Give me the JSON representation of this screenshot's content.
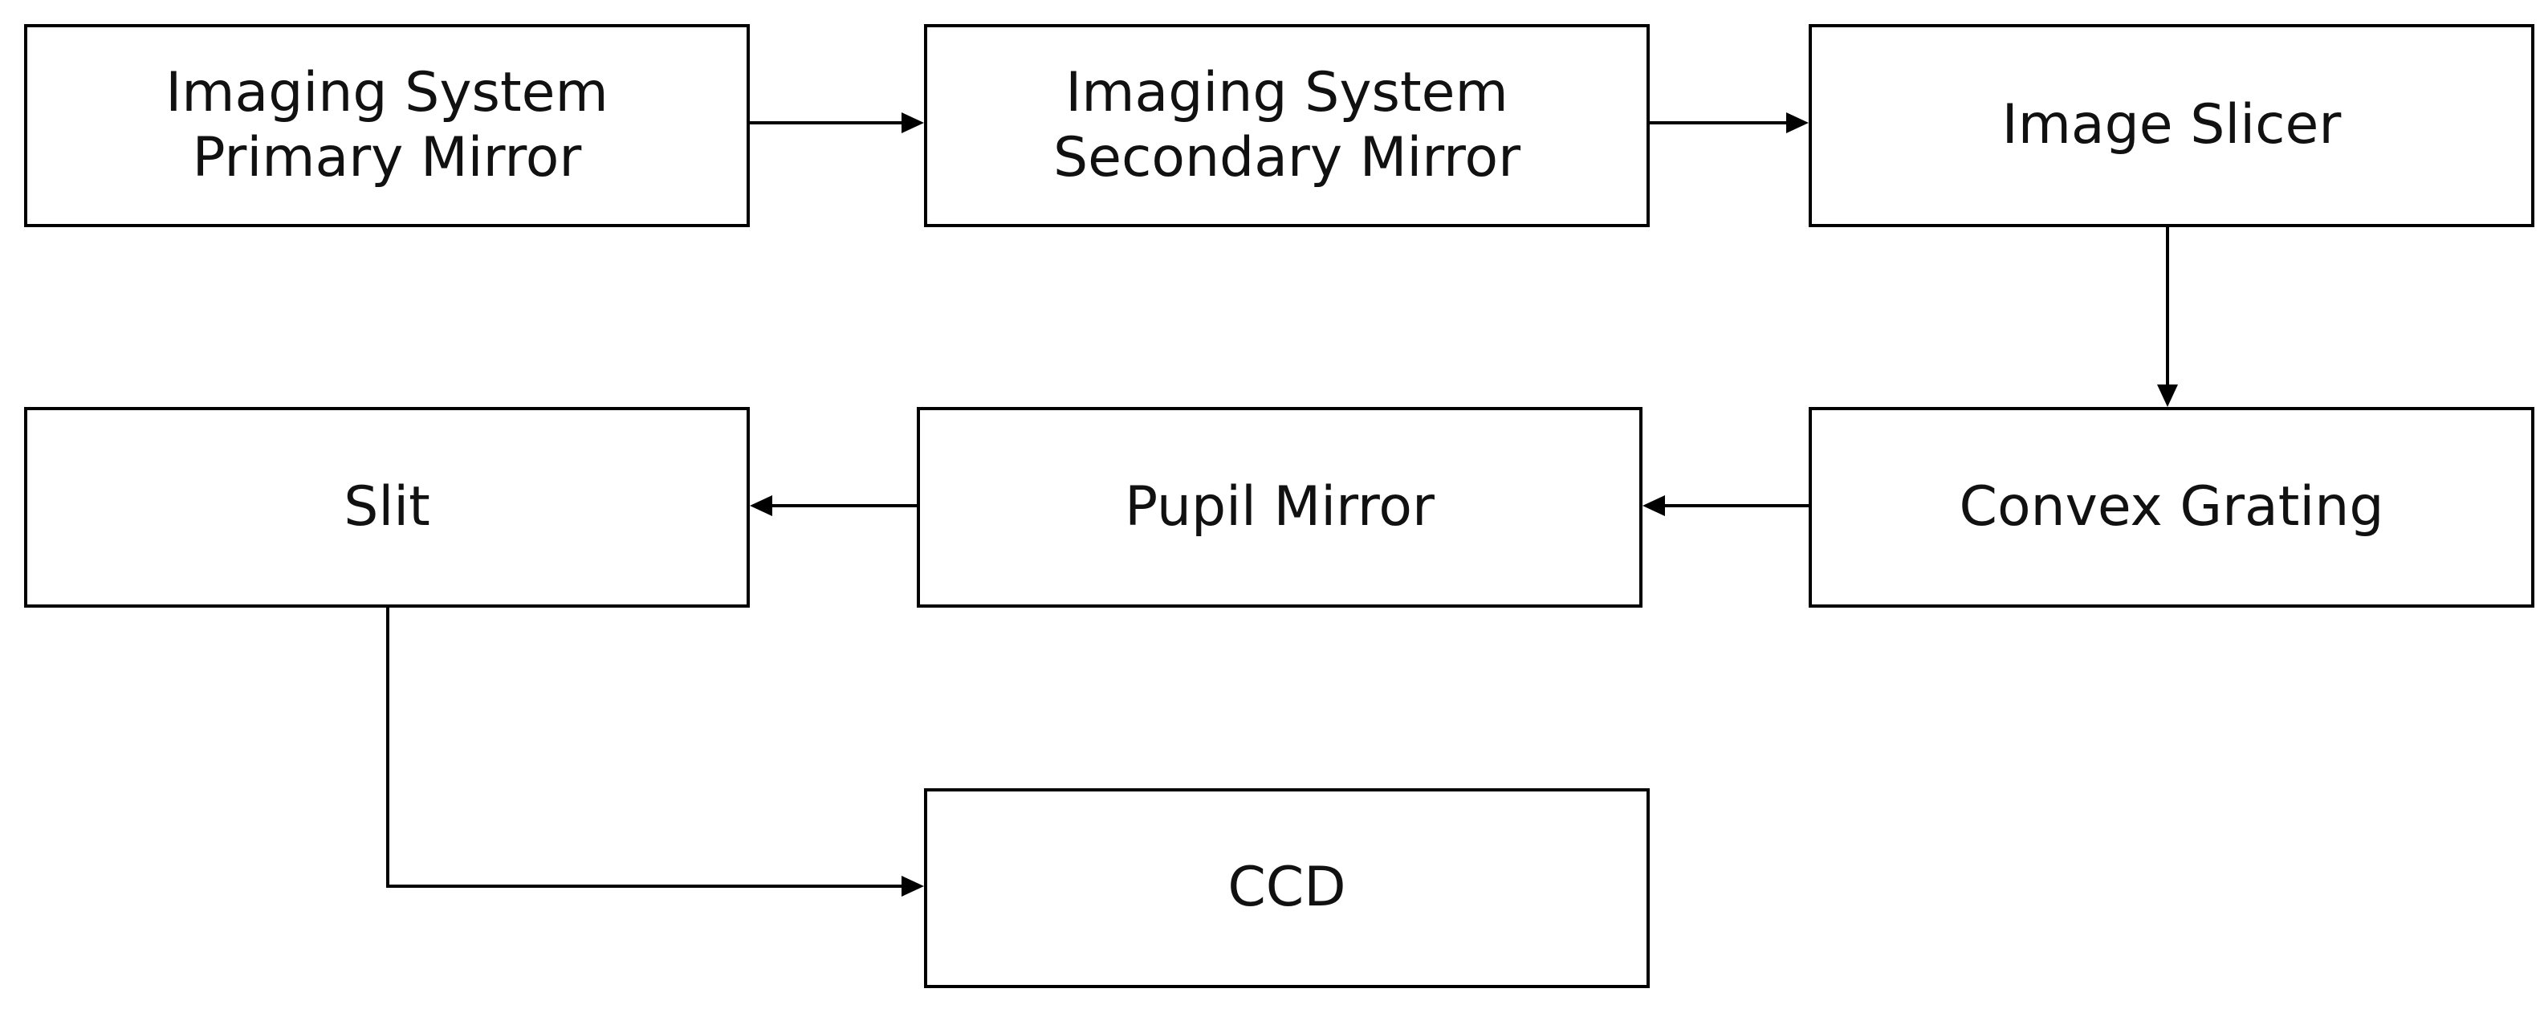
{
  "diagram": {
    "nodes": [
      {
        "id": "primary",
        "label": "Imaging System\nPrimary Mirror"
      },
      {
        "id": "secondary",
        "label": "Imaging System\nSecondary Mirror"
      },
      {
        "id": "slicer",
        "label": "Image Slicer"
      },
      {
        "id": "convex",
        "label": "Convex Grating"
      },
      {
        "id": "pupil",
        "label": "Pupil Mirror"
      },
      {
        "id": "slit",
        "label": "Slit"
      },
      {
        "id": "ccd",
        "label": "CCD"
      }
    ],
    "edges": [
      {
        "from": "primary",
        "to": "secondary"
      },
      {
        "from": "secondary",
        "to": "slicer"
      },
      {
        "from": "slicer",
        "to": "convex"
      },
      {
        "from": "convex",
        "to": "pupil"
      },
      {
        "from": "pupil",
        "to": "slit"
      },
      {
        "from": "slit",
        "to": "ccd"
      }
    ],
    "colors": {
      "stroke": "#000000",
      "text": "#111111",
      "background": "#ffffff"
    }
  }
}
